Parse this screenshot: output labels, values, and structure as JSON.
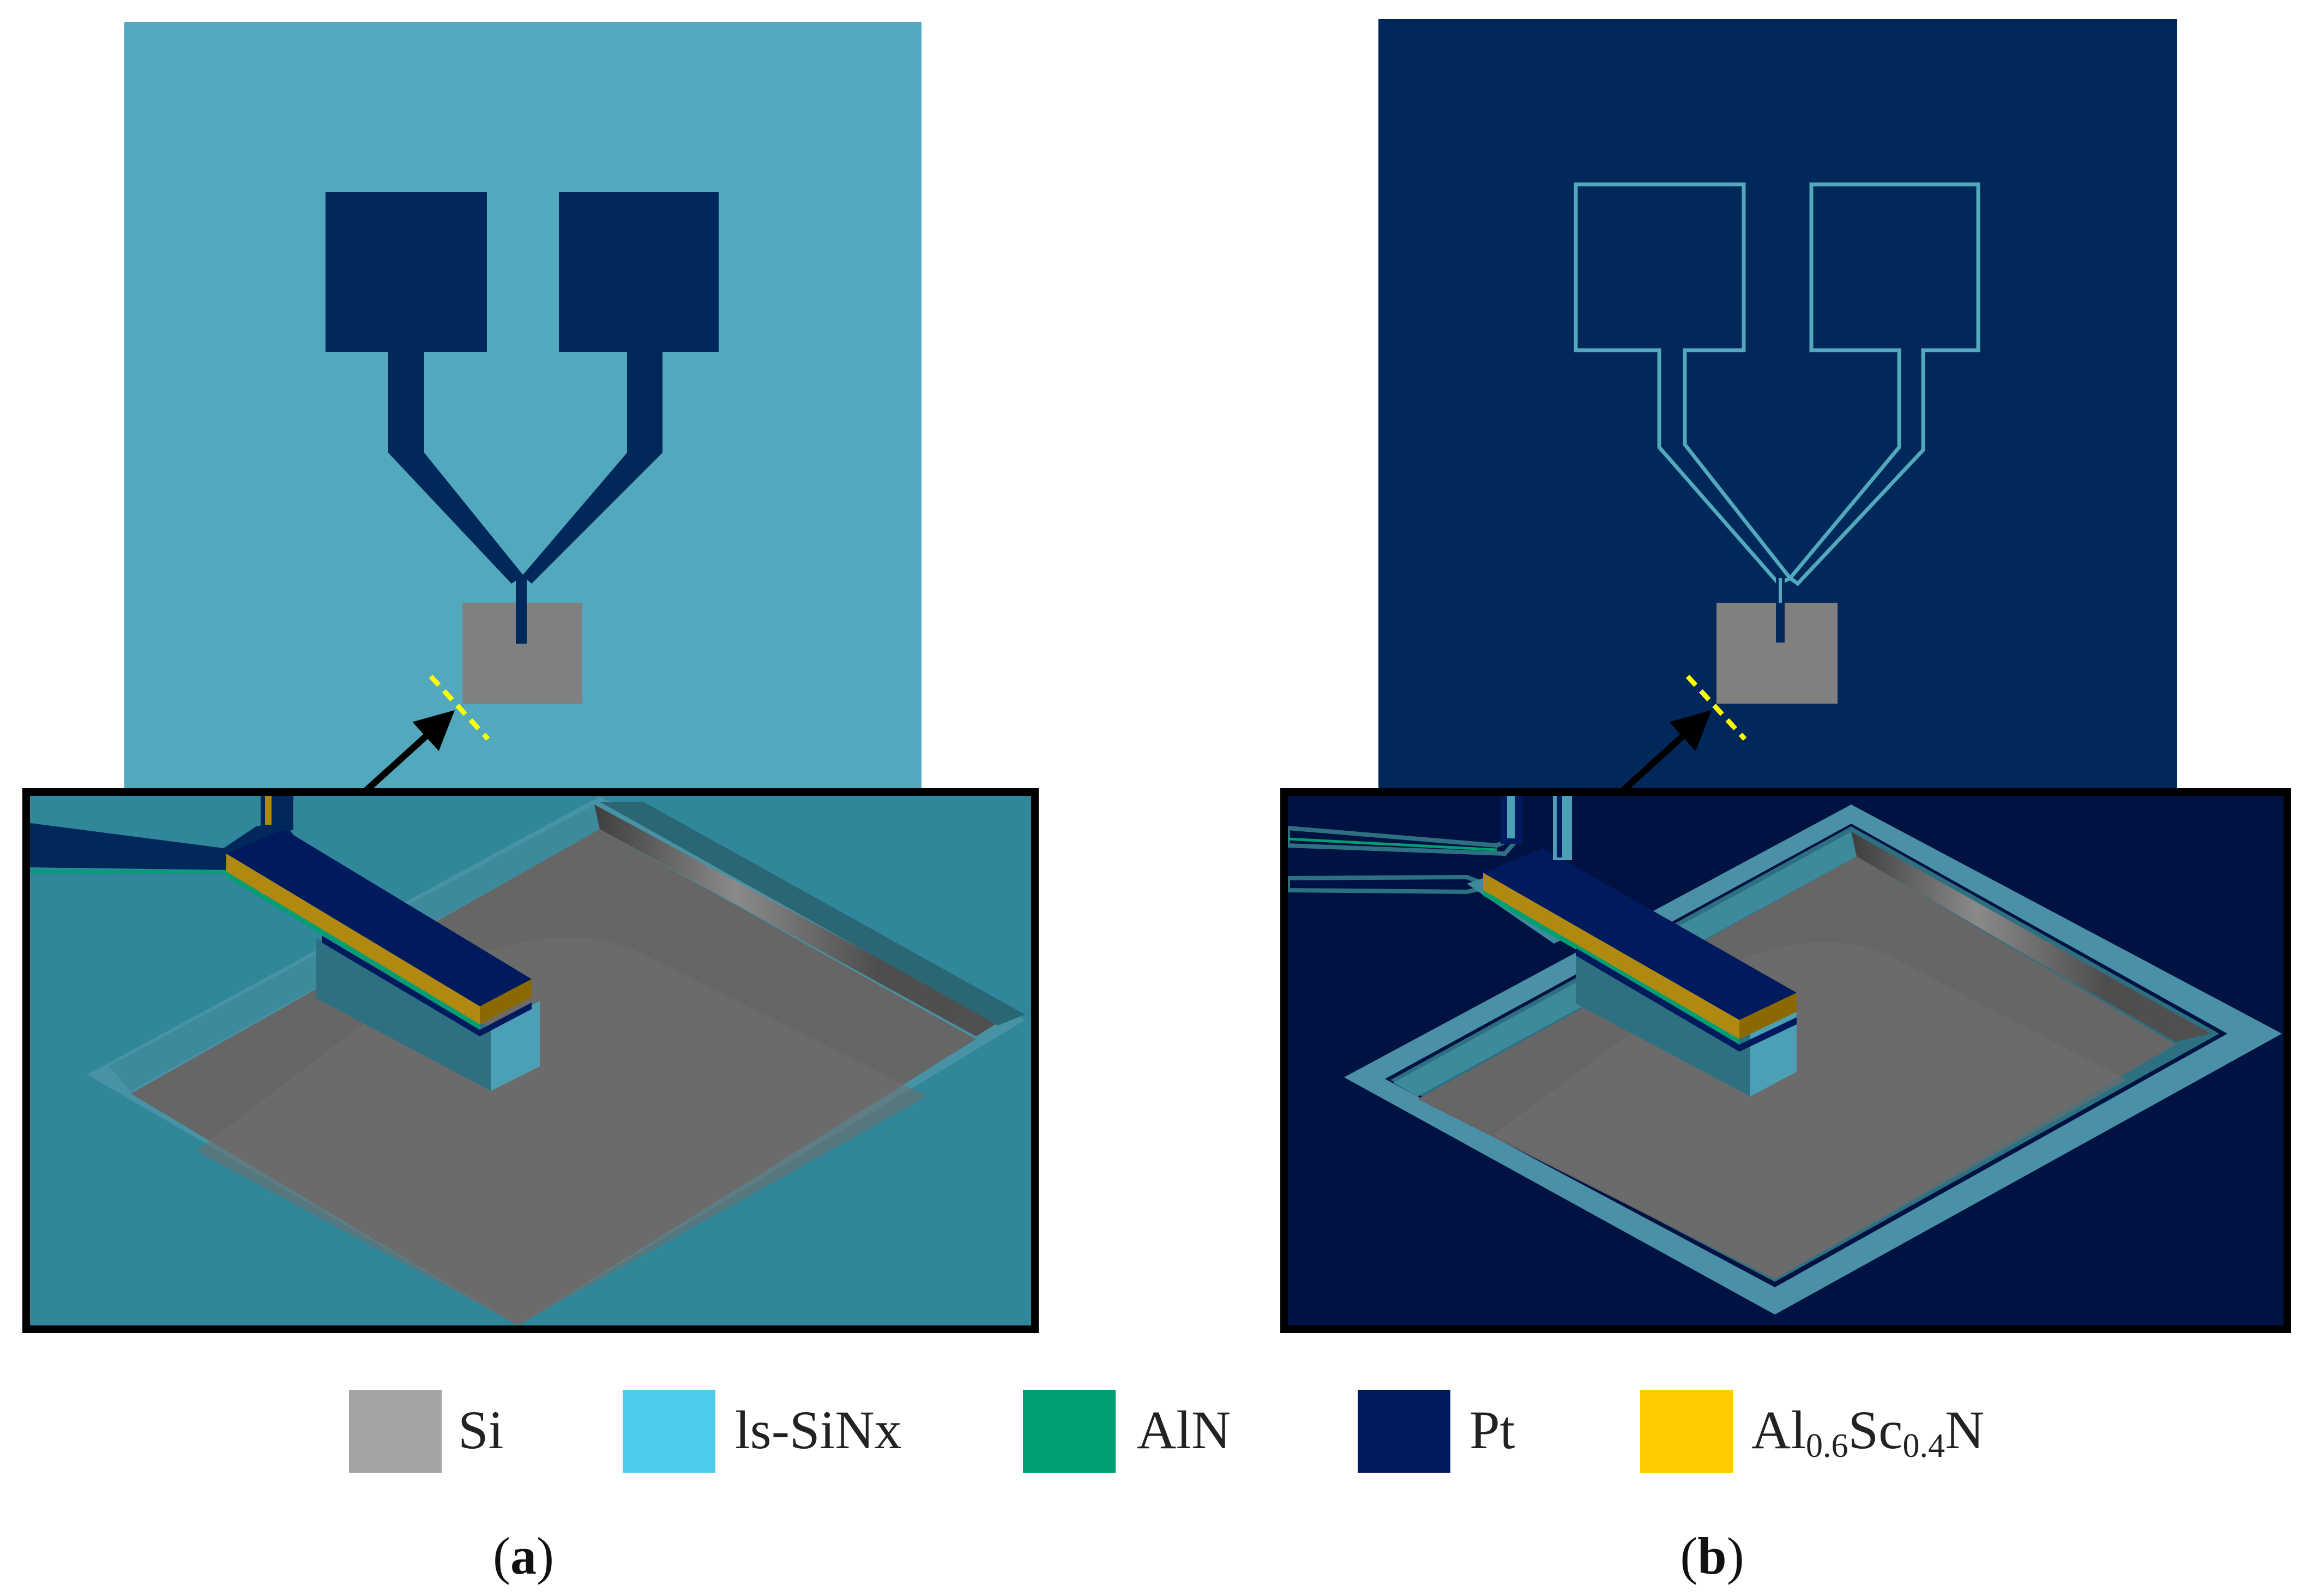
{
  "legend": [
    {
      "label": "Si",
      "color": "#a4a4a4"
    },
    {
      "label": "ls-SiNx",
      "color": "#4ecaed"
    },
    {
      "label": "AlN",
      "color": "#009e73"
    },
    {
      "label": "Pt",
      "color": "#001a5e"
    },
    {
      "label_parts": [
        "Al",
        "0.6",
        "Sc",
        "0.4",
        "N"
      ],
      "color": "#fecc00"
    }
  ],
  "panels": [
    {
      "label_open": "(",
      "label_letter": "a",
      "label_close": ")"
    },
    {
      "label_open": "(",
      "label_letter": "b",
      "label_close": ")"
    }
  ],
  "colors": {
    "panel_a_background": "#52a8bd",
    "panel_b_background": "#00285a",
    "electrode_dark": "#00285a",
    "electrode_outline": "#52a8bd",
    "membrane_gray": "#808080",
    "cut_line": "#ffff00",
    "inset_a_background": "#31879a",
    "inset_b_background": "#001241",
    "cavity_floor": "#666666",
    "scandium_layer": "#b08a10"
  }
}
